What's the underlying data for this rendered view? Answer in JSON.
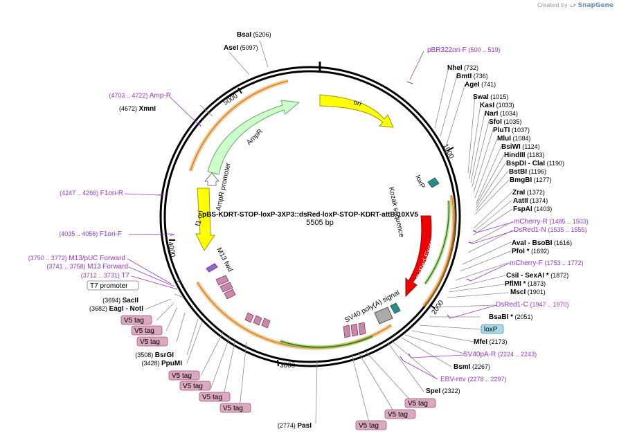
{
  "credit": {
    "created_by": "Created by",
    "brand": "SnapGene"
  },
  "plasmid": {
    "name": "pBS-KDRT-STOP-loxP-3XP3::dsRed-loxP-STOP-KDRT-attB-10XV5",
    "length_label": "5505 bp",
    "bp": 5505
  },
  "ticks": [
    "1000",
    "2000",
    "3000",
    "4000",
    "5000"
  ],
  "features": [
    {
      "name": "ori",
      "label": "ori",
      "color": "#ffff00",
      "stroke": "#999900"
    },
    {
      "name": "ampr",
      "label": "AmpR",
      "color": "#ccffcc",
      "stroke": "#66aa66"
    },
    {
      "name": "ampr-promoter",
      "label": "AmpR promoter",
      "color": "#ffffff",
      "stroke": "#777777"
    },
    {
      "name": "f1-ori",
      "label": "f1 ori",
      "color": "#ffff00",
      "stroke": "#999900"
    },
    {
      "name": "m13-fwd",
      "label": "M13 fwd",
      "color": "#9966cc",
      "stroke": "#663399"
    },
    {
      "name": "loxp",
      "label": "loxP",
      "color": "#2b8a8a",
      "stroke": "#1a5f5f"
    },
    {
      "name": "kozak",
      "label": "Kozak sequence",
      "color": "#444444",
      "stroke": "#444444"
    },
    {
      "name": "dsred-express",
      "label": "DsRed-Express",
      "color": "#ee0000",
      "stroke": "#990000"
    },
    {
      "name": "sv40-polya",
      "label": "SV40 poly(A) signal",
      "color": "#aaaaaa",
      "stroke": "#555555"
    }
  ],
  "labels": [
    {
      "name": "bsai",
      "pos": "(5206)",
      "enzyme": "BsaI"
    },
    {
      "name": "asei",
      "pos": "(5097)",
      "enzyme": "AseI"
    },
    {
      "name": "amp-r",
      "primer": "Amp-R",
      "range": "(4703 .. 4722)"
    },
    {
      "name": "xmni",
      "pos": "(4672)",
      "enzyme": "XmnI"
    },
    {
      "name": "f1ori-r",
      "primer": "F1ori-R",
      "range": "(4247 .. 4266)"
    },
    {
      "name": "f1ori-f",
      "primer": "F1ori-F",
      "range": "(4035 .. 4056)"
    },
    {
      "name": "m13-puc-forward",
      "primer": "M13/pUC Forward",
      "range": "(3750 .. 3772)"
    },
    {
      "name": "m13-forward",
      "primer": "M13 Forward",
      "range": "(3741 .. 3758)"
    },
    {
      "name": "t7",
      "primer": "T7",
      "range": "(3712 .. 3731)"
    },
    {
      "name": "t7-promoter",
      "feature": "T7 promoter"
    },
    {
      "name": "sacii",
      "pos": "(3694)",
      "enzyme": "SacII"
    },
    {
      "name": "eagi-noti",
      "pos": "(3682)",
      "enzyme": "EagI",
      "enzyme2": "NotI"
    },
    {
      "name": "v5-tag-1",
      "feature": "V5 tag"
    },
    {
      "name": "v5-tag-2",
      "feature": "V5 tag"
    },
    {
      "name": "v5-tag-3",
      "feature": "V5 tag"
    },
    {
      "name": "bsrgi",
      "pos": "(3508)",
      "enzyme": "BsrGI"
    },
    {
      "name": "ppumi",
      "pos": "(3428)",
      "enzyme": "PpuMI"
    },
    {
      "name": "v5-tag-4",
      "feature": "V5 tag"
    },
    {
      "name": "v5-tag-5",
      "feature": "V5 tag"
    },
    {
      "name": "v5-tag-6",
      "feature": "V5 tag"
    },
    {
      "name": "v5-tag-7",
      "feature": "V5 tag"
    },
    {
      "name": "pasi",
      "pos": "(2774)",
      "enzyme": "PasI"
    },
    {
      "name": "v5-tag-8",
      "feature": "V5 tag"
    },
    {
      "name": "v5-tag-9",
      "feature": "V5 tag"
    },
    {
      "name": "v5-tag-10",
      "feature": "V5 tag"
    },
    {
      "name": "spei",
      "enzyme": "SpeI",
      "pos": "(2322)"
    },
    {
      "name": "ebv-rev",
      "primer": "EBV-rev",
      "range": "(2278 .. 2297)"
    },
    {
      "name": "bsmi",
      "enzyme": "BsmI",
      "pos": "(2267)"
    },
    {
      "name": "sv40pa-r",
      "primer": "SV40pA-R",
      "range": "(2224 .. 2243)"
    },
    {
      "name": "mfei",
      "enzyme": "MfeI",
      "pos": "(2173)"
    },
    {
      "name": "loxp-box",
      "feature": "loxP"
    },
    {
      "name": "bsabi",
      "enzyme": "BsaBI *",
      "pos": "(2051)"
    },
    {
      "name": "dsred1-c",
      "primer": "DsRed1-C",
      "range": "(1947 .. 1970)"
    },
    {
      "name": "msci",
      "enzyme": "MscI",
      "pos": "(1901)"
    },
    {
      "name": "pflmi",
      "enzyme": "PflMI *",
      "pos": "(1873)"
    },
    {
      "name": "csii-sexai",
      "enzyme": "CsiI",
      "enzyme2": "SexAI *",
      "pos": "(1872)"
    },
    {
      "name": "mcherry-f",
      "primer": "mCherry-F",
      "range": "(1753 .. 1772)"
    },
    {
      "name": "pfoi",
      "enzyme": "PfoI *",
      "pos": "(1692)"
    },
    {
      "name": "avai-bsobi",
      "enzyme": "AvaI",
      "enzyme2": "BsoBI",
      "pos": "(1616)"
    },
    {
      "name": "dsred1-n",
      "primer": "DsRed1-N",
      "range": "(1535 .. 1555)"
    },
    {
      "name": "mcherry-r",
      "primer": "mCherry-R",
      "range": "(1485 .. 1503)"
    },
    {
      "name": "fspai",
      "enzyme": "FspAI",
      "pos": "(1403)"
    },
    {
      "name": "aatii",
      "enzyme": "AatII",
      "pos": "(1374)"
    },
    {
      "name": "zrai",
      "enzyme": "ZraI",
      "pos": "(1372)"
    },
    {
      "name": "bmgbi",
      "enzyme": "BmgBI",
      "pos": "(1277)"
    },
    {
      "name": "bstbi",
      "enzyme": "BstBI",
      "pos": "(1196)"
    },
    {
      "name": "bspdi-clai",
      "enzyme": "BspDI",
      "enzyme2": "ClaI",
      "pos": "(1190)"
    },
    {
      "name": "hindiii",
      "enzyme": "HindIII",
      "pos": "(1183)"
    },
    {
      "name": "bsiwi",
      "enzyme": "BsiWI",
      "pos": "(1124)"
    },
    {
      "name": "mlui",
      "enzyme": "MluI",
      "pos": "(1084)"
    },
    {
      "name": "pluti",
      "enzyme": "PluTI",
      "pos": "(1037)"
    },
    {
      "name": "sfoi",
      "enzyme": "SfoI",
      "pos": "(1035)"
    },
    {
      "name": "nari",
      "enzyme": "NarI",
      "pos": "(1034)"
    },
    {
      "name": "kasi",
      "enzyme": "KasI",
      "pos": "(1033)"
    },
    {
      "name": "swai",
      "enzyme": "SwaI",
      "pos": "(1015)"
    },
    {
      "name": "agei",
      "enzyme": "AgeI",
      "pos": "(741)"
    },
    {
      "name": "bmti",
      "enzyme": "BmtI",
      "pos": "(736)"
    },
    {
      "name": "nhei",
      "enzyme": "NheI",
      "pos": "(732)"
    },
    {
      "name": "pbr322ori-f",
      "primer": "pBR322ori-F",
      "range": "(500 .. 519)"
    }
  ]
}
